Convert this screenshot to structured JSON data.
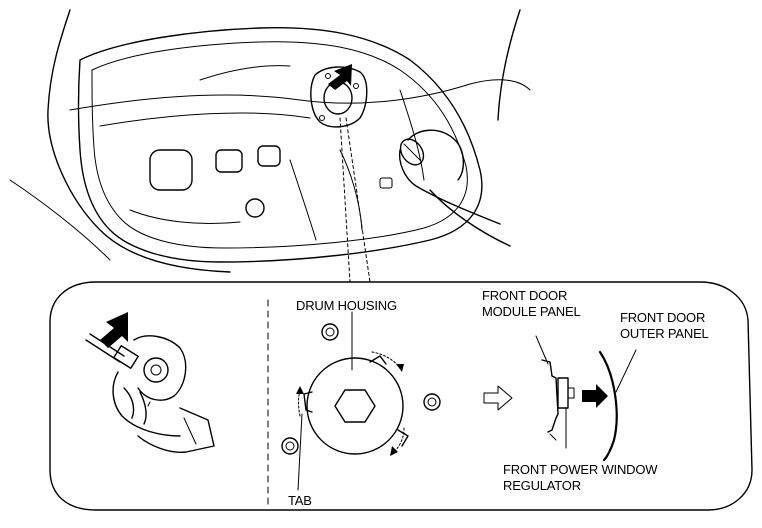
{
  "labels": {
    "drum_housing": "DRUM HOUSING",
    "tab": "TAB",
    "module_panel_line1": "FRONT DOOR",
    "module_panel_line2": "MODULE PANEL",
    "outer_panel_line1": "FRONT DOOR",
    "outer_panel_line2": "OUTER PANEL",
    "regulator_line1": "FRONT POWER WINDOW",
    "regulator_line2": "REGULATOR"
  },
  "icons": {
    "push_arrow": "black-arrow-icon",
    "direction_arrow": "outline-arrow-icon",
    "rotation_arrows": "rotation-arrow-icon"
  },
  "colors": {
    "ink": "#000000",
    "paper": "#ffffff"
  }
}
